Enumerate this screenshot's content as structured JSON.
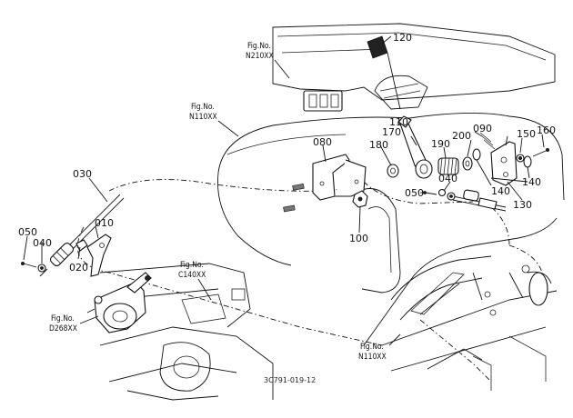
{
  "diagram_code": "3C791-019-12",
  "figure_refs": {
    "n210": {
      "prefix": "Fig.No.",
      "code": "N210XX"
    },
    "n110_top": {
      "prefix": "Fig.No.",
      "code": "N110XX"
    },
    "c140": {
      "prefix": "Fig.No.",
      "code": "C140XX"
    },
    "d268": {
      "prefix": "Fig.No.",
      "code": "D268XX"
    },
    "n110_bottom": {
      "prefix": "Fig.No.",
      "code": "N110XX"
    }
  },
  "parts": {
    "p010": "010",
    "p020": "020",
    "p030": "030",
    "p040_left": "040",
    "p040_right": "040",
    "p050_left": "050",
    "p050_right": "050",
    "p080": "080",
    "p090": "090",
    "p100": "100",
    "p110": "110",
    "p120": "120",
    "p130": "130",
    "p140_a": "140",
    "p140_b": "140",
    "p150": "150",
    "p160": "160",
    "p170": "170",
    "p180": "180",
    "p190": "190",
    "p200": "200"
  }
}
